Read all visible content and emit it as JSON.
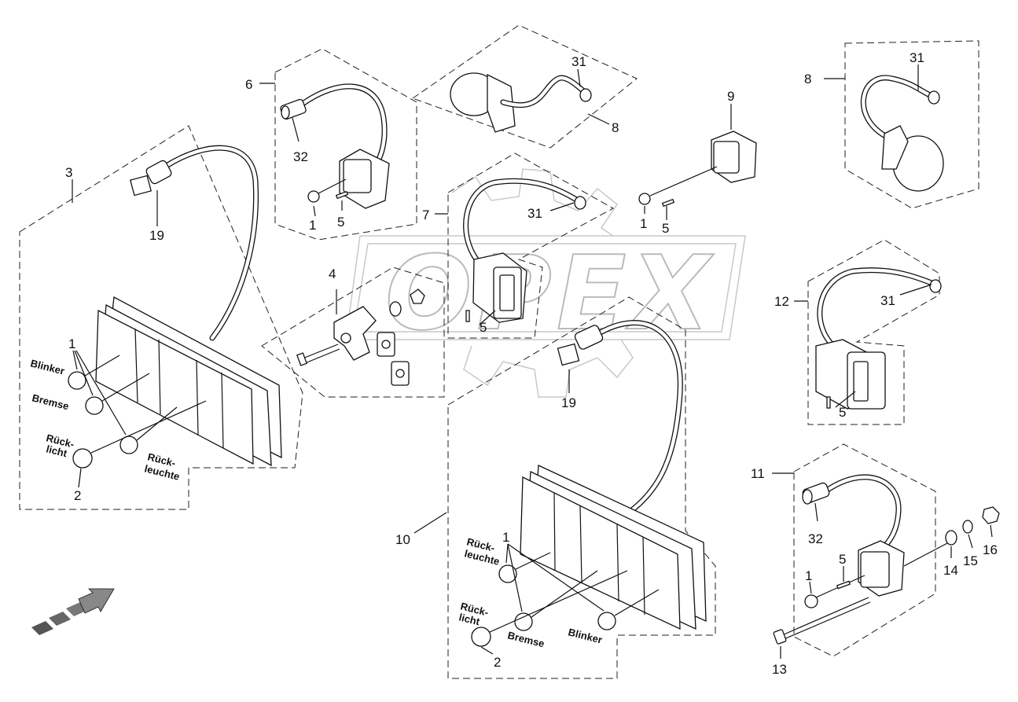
{
  "diagram": {
    "watermark": "OPEX",
    "callouts": {
      "c3": "3",
      "c19a": "19",
      "c6": "6",
      "c32a": "32",
      "c1a": "1",
      "c5a": "5",
      "c31a": "31",
      "c8a": "8",
      "c9": "9",
      "c1b": "1",
      "c5b": "5",
      "c8b": "8",
      "c31b": "31",
      "c7": "7",
      "c31c": "31",
      "c5c": "5",
      "c4": "4",
      "c12": "12",
      "c31d": "31",
      "c5d": "5",
      "c19b": "19",
      "c1c": "1",
      "c2a": "2",
      "c10": "10",
      "c1d": "1",
      "c2b": "2",
      "c11": "11",
      "c32b": "32",
      "c5e": "5",
      "c1e": "1",
      "c14": "14",
      "c15": "15",
      "c16": "16",
      "c13": "13"
    },
    "labels": {
      "blinker_left": "Blinker",
      "bremse_left": "Bremse",
      "rueck_left_1": "Rück-",
      "rueck_left_2": "licht",
      "rueckleuchte_left_1": "Rück-",
      "rueckleuchte_left_2": "leuchte",
      "rueckleuchte_right_1": "Rück-",
      "rueckleuchte_right_2": "leuchte",
      "rueck_right_1": "Rück-",
      "rueck_right_2": "licht",
      "bremse_right": "Bremse",
      "blinker_right": "Blinker"
    }
  }
}
